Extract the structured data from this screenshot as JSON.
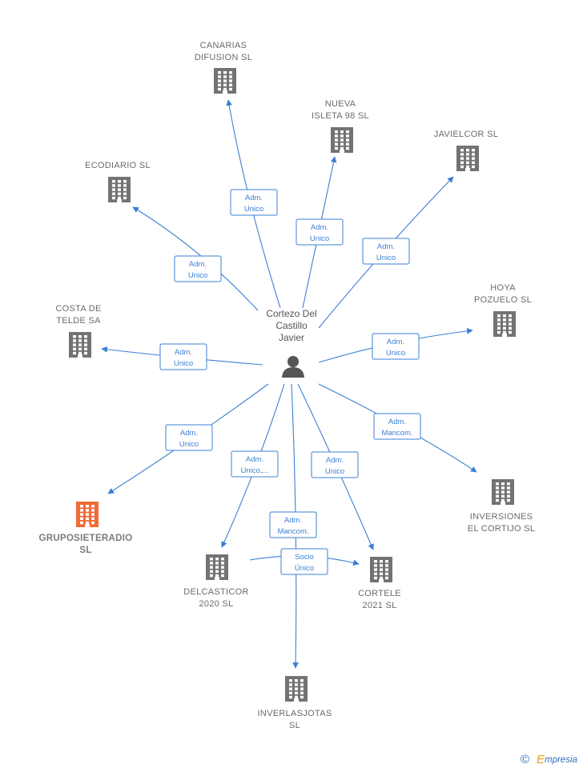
{
  "center": {
    "label_lines": [
      "Cortezo Del",
      "Castillo",
      "Javier"
    ],
    "icon": "person-icon",
    "color": "#555555"
  },
  "nodes": [
    {
      "id": "canarias-difusion",
      "label_lines": [
        "CANARIAS",
        "DIFUSION SL"
      ],
      "icon": "building-icon",
      "highlight": false
    },
    {
      "id": "nueva-isleta",
      "label_lines": [
        "NUEVA",
        "ISLETA 98  SL"
      ],
      "icon": "building-icon",
      "highlight": false
    },
    {
      "id": "javielcor",
      "label_lines": [
        "JAVIELCOR  SL"
      ],
      "icon": "building-icon",
      "highlight": false
    },
    {
      "id": "ecodiario",
      "label_lines": [
        "ECODIARIO  SL"
      ],
      "icon": "building-icon",
      "highlight": false
    },
    {
      "id": "hoya-pozuelo",
      "label_lines": [
        "HOYA",
        "POZUELO  SL"
      ],
      "icon": "building-icon",
      "highlight": false
    },
    {
      "id": "costa-de-telde",
      "label_lines": [
        "COSTA DE",
        "TELDE SA"
      ],
      "icon": "building-icon",
      "highlight": false
    },
    {
      "id": "inversiones-el-cortijo",
      "label_lines": [
        "INVERSIONES",
        "EL CORTIJO SL"
      ],
      "icon": "building-icon",
      "highlight": false
    },
    {
      "id": "gruposieteradio",
      "label_lines": [
        "GRUPOSIETERADIO",
        "SL"
      ],
      "icon": "building-icon",
      "highlight": true
    },
    {
      "id": "delcasticor",
      "label_lines": [
        "DELCASTICOR",
        "2020  SL"
      ],
      "icon": "building-icon",
      "highlight": false
    },
    {
      "id": "cortele",
      "label_lines": [
        "CORTELE",
        "2021  SL"
      ],
      "icon": "building-icon",
      "highlight": false
    },
    {
      "id": "inverlasjotas",
      "label_lines": [
        "INVERLASJOTAS",
        "SL"
      ],
      "icon": "building-icon",
      "highlight": false
    }
  ],
  "relations": [
    {
      "target": "canarias-difusion",
      "label_lines": [
        "Adm.",
        "Unico"
      ]
    },
    {
      "target": "nueva-isleta",
      "label_lines": [
        "Adm.",
        "Unico"
      ]
    },
    {
      "target": "javielcor",
      "label_lines": [
        "Adm.",
        "Unico"
      ]
    },
    {
      "target": "ecodiario",
      "label_lines": [
        "Adm.",
        "Unico"
      ]
    },
    {
      "target": "hoya-pozuelo",
      "label_lines": [
        "Adm.",
        "Unico"
      ]
    },
    {
      "target": "costa-de-telde",
      "label_lines": [
        "Adm.",
        "Unico"
      ]
    },
    {
      "target": "inversiones-el-cortijo",
      "label_lines": [
        "Adm.",
        "Mancom."
      ]
    },
    {
      "target": "gruposieteradio",
      "label_lines": [
        "Adm.",
        "Unico"
      ]
    },
    {
      "target": "delcasticor",
      "label_lines": [
        "Adm.",
        "Unico,..."
      ]
    },
    {
      "target": "cortele",
      "label_lines": [
        "Adm.",
        "Unico"
      ]
    },
    {
      "target": "inverlasjotas",
      "label_lines": [
        "Adm.",
        "Mancom."
      ]
    },
    {
      "source": "delcasticor",
      "target": "cortele",
      "label_lines": [
        "Socio",
        "Único"
      ]
    }
  ],
  "colors": {
    "edge": "#3d7fd6",
    "node": "#737373",
    "highlight": "#f26a35"
  },
  "brand": {
    "copyright_symbol": "©",
    "initial": "E",
    "rest": "mpresia"
  }
}
